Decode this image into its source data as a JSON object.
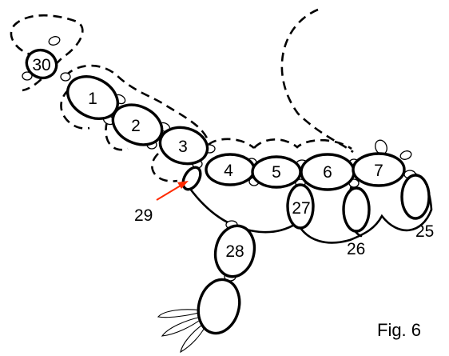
{
  "figure": {
    "caption": "Fig. 6",
    "arrow_color": "#ff2a00",
    "ring_labels": {
      "r30": "30",
      "r1": "1",
      "r2": "2",
      "r3": "3",
      "r4": "4",
      "r5": "5",
      "r6": "6",
      "r7": "7",
      "r27": "27",
      "r28": "28"
    },
    "chain_labels": {
      "c25": "25",
      "c26": "26",
      "c29": "29"
    }
  }
}
